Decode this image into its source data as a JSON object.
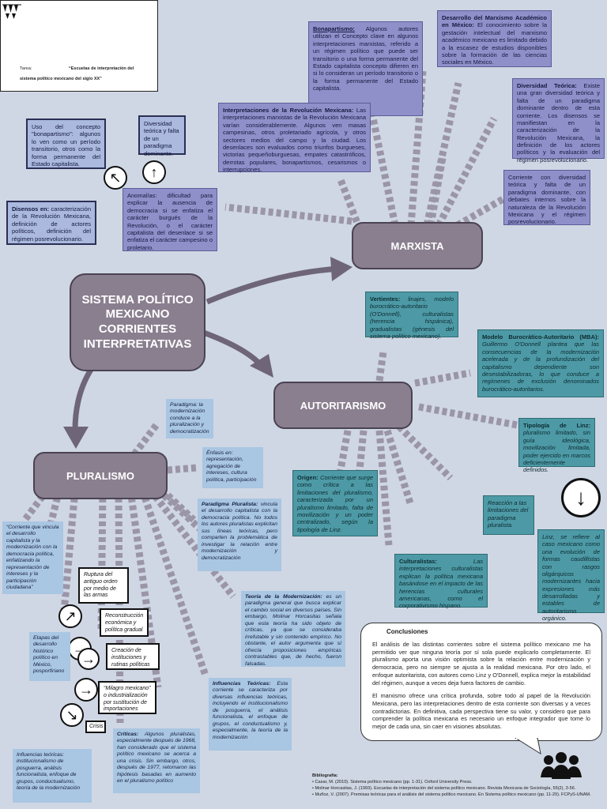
{
  "header": {
    "tarea_label": "Tarea:",
    "title_line1": "“Escuelas de interpretación del",
    "title_line2": "sistema político mexicano del siglo XX”"
  },
  "central": {
    "title": "SISTEMA POLÍTICO MEXICANO CORRIENTES INTERPRETATIVAS"
  },
  "nodes": {
    "marxista": "MARXISTA",
    "autoritarismo": "AUTORITARISMO",
    "pluralismo": "PLURALISMO"
  },
  "marxista": {
    "bonapartismo_label": "Bonapartismo:",
    "bonapartismo_text": " Algunos autores utilizan el Concepto clave en algunos interpretaciones marxistas, referido a un régimen político que puede ser transitorio o una forma permanente del Estado capitalista concepto difieren en si lo consideran un período transitorio o la forma permanente del Estado capitalista.",
    "desarrollo_label": "Desarrollo del Marxismo Académico en México:",
    "desarrollo_text": " El conocimiento sobre la gestación intelectual del marxismo académico mexicano es limitado debido a la escasez de estudios disponibles sobre la formación de las ciencias sociales en México.",
    "diversidad_label": "Diversidad Teórica:",
    "diversidad_text": " Existe una gran diversidad teórica y falta de un paradigma dominante dentro de esta corriente. Los disensos se manifiestan en la caracterización de la Revolución Mexicana, la definición de los actores políticos y la evaluación del régimen posrevolucionario.",
    "corriente_text": "Corriente con diversidad teórica y falta de un paradigma dominante, con debates internos sobre la naturaleza de la Revolución Mexicana y el régimen posrevolucionario.",
    "interpretaciones_label": "Interpretaciones de la Revolución Mexicana:",
    "interpretaciones_text": " Las interpretaciones marxistas de la Revolución Mexicana varían considerablemente. Algunos ven masas campesinas, otros proletariado agrícola, y otros sectores medios del campo y la ciudad. Los desenlaces son evaluados como triunfos burgueses, victorias pequeñoburguesas, empates catastróficos, derrotas populares, bonapartismos, cesarismos o interrupciones.",
    "uso_text": "Uso del concepto \"bonapartismo\": algunos lo ven como un período transitorio, otros como la forma permanente del Estado capitalista.",
    "diversidad_falta_text": "Diversidad teórica y falta de un paradigma dominante.",
    "disensos_label": "Disensos en:",
    "disensos_text": " caracterización de la Revolución Mexicana, definición de actores políticos, definición del régimen posrevolucionario.",
    "anomalias_text": "Anomalías: dificultad para explicar la ausencia de democracia si se enfatiza el carácter burgués de la Revolución, o el carácter capitalista del desenlace si se enfatiza el carácter campesino o proletario."
  },
  "autoritarismo": {
    "vertientes_label": "Vertientes:",
    "vertientes_text": " linajes, modelo burocrático-autoritario (O'Donnell), culturalistas (herencia hispánica), gradualistas (génesis del sistema político mexicano).",
    "modelo_label": "Modelo Burocrático-Autoritario (MBA):",
    "modelo_text": " Guillermo O'Donnell plantea que las consecuencias de la modernización acelerada y de la profundización del capitalismo dependiente son desestabilizadoras, lo que conduce a regímenes de exclusión denominados burocrático-autoritarios.",
    "tipologia_label": "Tipología de Linz:",
    "tipologia_text": " pluralismo limitado, sin guía ideológica, movilización limitada, poder ejercido en marcos deficientemente definidos.",
    "origen_label": "Origen:",
    "origen_text": " Corriente que surge como crítica a las limitaciones del pluralismo, caracterizada por un pluralismo limitado, falta de movilización y un poder centralizado, según la tipología de Linz.",
    "reaccion_text": "Reacción a las limitaciones del paradigma pluralista.",
    "culturalistas_label": "Culturalistas:",
    "culturalistas_text": " Las interpretaciones culturalistas explican la política mexicana basándose en el impacto de las herencias culturales americanas, como el corporativismo hispano.",
    "linz_text": "Linz, se refiere al caso mexicano como una evolución de formas caudillistas con rasgos oligárquicos modernizantes hacia expresiones más desarrolladas y estables de autoritarismo orgánico."
  },
  "pluralismo": {
    "paradigma_text": "Paradigma: la modernización conduce a la pluralización y democratización",
    "enfasis_text": "Énfasis en: representación, agregación de intereses, cultura política, participación",
    "paradigma_pluralista_label": "Paradigma Pluralista:",
    "paradigma_pluralista_text": " vincula el desarrollo capitalista con la democracia política. No todos los autores pluralistas explicitan sus líneas teóricas, pero comparten la problemática de investigar la relación entre modernización y democratización",
    "corriente_text": "“Corriente que vincula el desarrollo capitalista y la modernización con la democracia política, enfatizando la representación de intereses y la participación ciudadana”",
    "ruptura_text": "Ruptura del antiguo orden por medio de las armas",
    "reconstruccion_text": "Reconstrucción económica y política gradual",
    "creacion_text": "Creación de instituciones y rutinas políticas",
    "milagro_text": "“Milagro mexicano” o industrialización por sustitución de importaciones",
    "crisis_text": "Crisis",
    "etapas_text": "Etapas del desarrollo histórico político en México, posporfiriano",
    "teoria_label": "Teoría de la Modernización:",
    "teoria_text": " es un paradigma general que busca explicar el cambio social en diversos países. Sin embargo, Molinar Horcasitas señala que esta teoría ha sido objeto de críticas, ya que se consideraba irrefutable y sin contenido empírico. No obstante, el autor argumenta que sí ofrecía proposiciones empíricas contrastables que, de hecho, fueron falsadas.",
    "influencias_label": "Influencias Teóricas:",
    "influencias_text": " Esta corriente se caracteriza por diversas influencias teóricas, incluyendo el institucionalismo de posguerra, el análisis funcionalista, el enfoque de grupos, el conductualismo y, especialmente, la teoría de la modernización",
    "criticas_label": "Críticas:",
    "criticas_text": " Algunos pluralistas, especialmente después de 1968, han considerado que el sistema político mexicano se acerca a una crisis. Sin embargo, otros, después de 1977, retomaron las hipótesis basadas en aumento en el pluralismo político",
    "influencias_box_text": "Influencias teóricas: institucionalismo de posguerra, análisis funcionalista, enfoque de grupos, conductualismo, teoría de la modernización"
  },
  "conclusiones": {
    "title": "Conclusiones",
    "p1": "El análisis de las distintas corrientes sobre el sistema político mexicano me ha permitido ver que ninguna teoría por sí sola puede explicarlo completamente. El pluralismo aporta una visión optimista sobre la relación entre modernización y democracia, pero no siempre se ajusta a la realidad mexicana. Por otro lado, el enfoque autoritarista, con autores como Linz y O'Donnell, explica mejor la estabilidad del régimen, aunque a veces deja fuera factores de cambio.",
    "p2": "El marxismo ofrece una crítica profunda, sobre todo al papel de la Revolución Mexicana, pero las interpretaciones dentro de esta corriente son diversas y a veces contradictorias. En definitiva, cada perspectiva tiene su valor, y considero que para comprender la política mexicana es necesario un enfoque integrador que tome lo mejor de cada una, sin caer en visiones absolutas."
  },
  "bibliografia": {
    "title": "Bibliografía:",
    "items": [
      "• Casar, M. (2010). Sistema político mexicano (pp. 1-31). Oxford University Press.",
      "• Molinar Horcasitas, J. (1993). Escuelas de interpretación del sistema político mexicano. Revista Mexicana de Sociología, 55(2), 3-56.",
      "• Muñoz, V. (2007). Premisas teóricas para el análisis del sistema político mexicano. En Sistema político mexicano (pp. 11-20). FCPyS-UNAM."
    ]
  },
  "icons": [
    "bunting-icon",
    "arrow-up-left-icon",
    "arrow-up-icon",
    "arrow-down-icon",
    "arrow-up-right-icon",
    "arrow-right-icon",
    "arrow-down-right-icon",
    "people-icon"
  ],
  "colors": {
    "background": "#cfd7e4",
    "node": "#8a7f8f",
    "box_blue": "#8f90c9",
    "box_light": "#aab9dd",
    "box_teal": "#4d9aa6",
    "box_pale": "#a9c6e2"
  }
}
